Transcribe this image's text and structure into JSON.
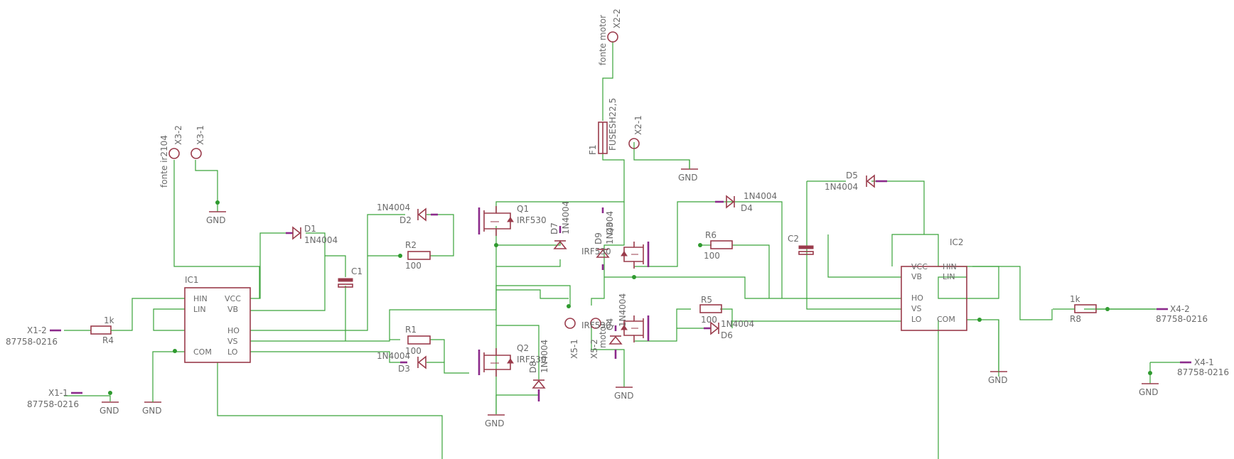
{
  "connectors": {
    "x2_2": "X2-2",
    "x2_2_desc": "fonte motor",
    "x2_1": "X2-1",
    "x3_2": "X3-2",
    "x3_1": "X3-1",
    "x3_desc": "fonte ir2104",
    "x1_2": "X1-2",
    "x1_1": "X1-1",
    "x4_2": "X4-2",
    "x4_1": "X4-1",
    "x5_1": "X5-1",
    "x5_2": "X5-2",
    "x5_desc": "motor",
    "part": "87758-0216"
  },
  "fuse": {
    "name": "F1",
    "value": "FUSESH22,5"
  },
  "gnd": "GND",
  "ic1": {
    "name": "IC1",
    "pins": {
      "hin": "HIN",
      "lin": "LIN",
      "com": "COM",
      "vcc": "VCC",
      "vb": "VB",
      "ho": "HO",
      "vs": "VS",
      "lo": "LO"
    }
  },
  "ic2": {
    "name": "IC2",
    "pins": {
      "vcc": "VCC",
      "vb": "VB",
      "ho": "HO",
      "vs": "VS",
      "lo": "LO",
      "hin": "HIN",
      "lin": "LIN",
      "com": "COM"
    }
  },
  "diodes": {
    "d1": "D1",
    "d2": "D2",
    "d3": "D3",
    "d4": "D4",
    "d5": "D5",
    "d6": "D6",
    "d7": "D7",
    "d8": "D8",
    "d9": "D9",
    "value": "1N4004"
  },
  "resistors": {
    "r1": "R1",
    "r2": "R2",
    "r4": "R4",
    "r5": "R5",
    "r6": "R6",
    "r8": "R8",
    "v100": "100",
    "v1k": "1k"
  },
  "capacitors": {
    "c1": "C1",
    "c2": "C2"
  },
  "mosfets": {
    "q1": "Q1",
    "q2": "Q2",
    "q3": "Q3",
    "q4": "Q4",
    "value": "IRF530"
  }
}
